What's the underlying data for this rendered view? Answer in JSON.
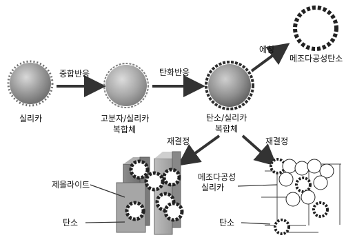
{
  "diagram": {
    "nodes": {
      "silica": {
        "label": "실리카"
      },
      "polymer_silica": {
        "label_line1": "고분자/실리카",
        "label_line2": "복합체"
      },
      "carbon_silica": {
        "label_line1": "탄소/실리카",
        "label_line2": "복합체"
      },
      "mesoporous_carbon": {
        "label": "메조다공성탄소"
      }
    },
    "arrows": {
      "polymerization": {
        "label": "중합반응"
      },
      "carbonization": {
        "label": "탄화반응"
      },
      "etching": {
        "label": "에칭"
      },
      "recrystallization_left": {
        "label": "재결정"
      },
      "recrystallization_right": {
        "label": "재결정"
      }
    },
    "callouts": {
      "zeolite": {
        "label": "제올라이트"
      },
      "carbon_left": {
        "label": "탄소"
      },
      "mesoporous_silica_line1": {
        "label": "메조다공성"
      },
      "mesoporous_silica_line2": {
        "label": "실리카"
      },
      "carbon_right": {
        "label": "탄소"
      }
    }
  }
}
